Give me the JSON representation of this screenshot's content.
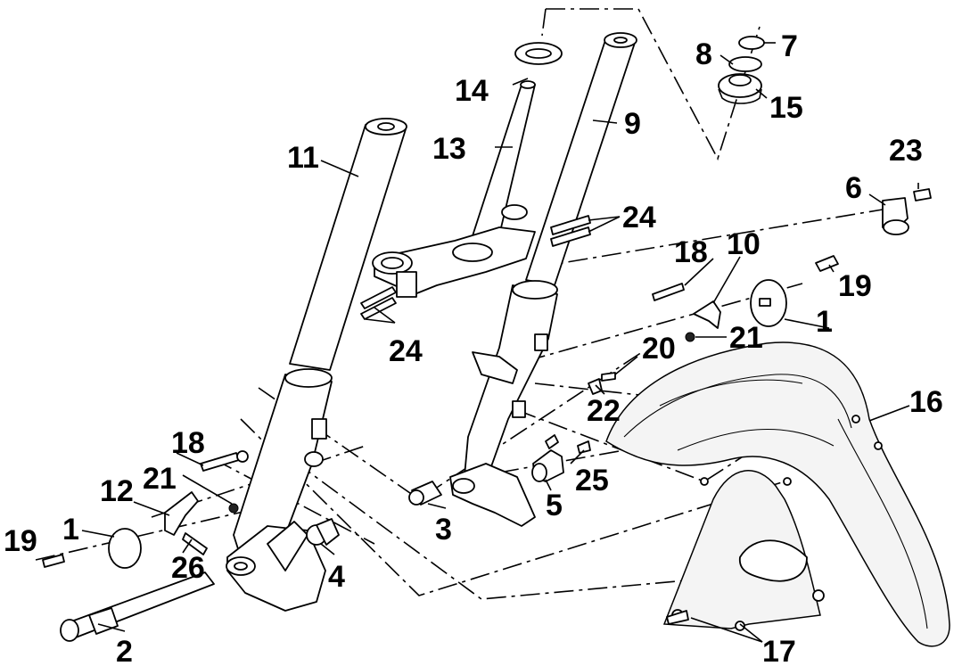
{
  "callouts": {
    "c1a": "1",
    "c1b": "1",
    "c2": "2",
    "c3": "3",
    "c4": "4",
    "c5": "5",
    "c6": "6",
    "c7": "7",
    "c8": "8",
    "c9": "9",
    "c10": "10",
    "c11": "11",
    "c12": "12",
    "c13": "13",
    "c14": "14",
    "c15": "15",
    "c16": "16",
    "c17": "17",
    "c18a": "18",
    "c18b": "18",
    "c19a": "19",
    "c19b": "19",
    "c20": "20",
    "c21a": "21",
    "c21b": "21",
    "c22": "22",
    "c23": "23",
    "c24a": "24",
    "c24b": "24",
    "c25": "25",
    "c26": "26"
  }
}
